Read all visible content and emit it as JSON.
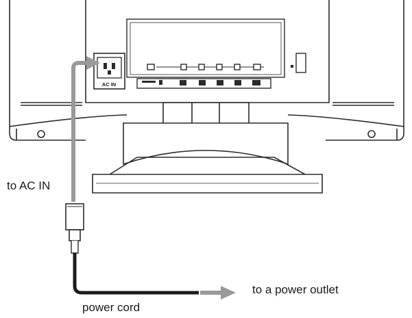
{
  "labels": {
    "to_ac_in": "to AC IN",
    "to_power_outlet": "to a power outlet",
    "power_cord": "power cord",
    "ac_in_port": "AC IN"
  },
  "colors": {
    "line": "#2a2a2a",
    "arrow": "#9a9a9a",
    "cable": "#1c1c1c",
    "fill": "#ffffff",
    "shade": "#e6e6e6"
  }
}
